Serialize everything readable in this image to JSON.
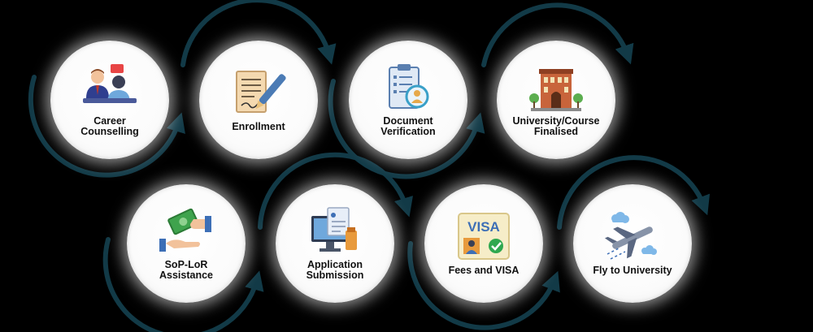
{
  "steps": [
    {
      "label_lines": [
        "Career",
        "Counselling"
      ],
      "icon": "counselling-icon"
    },
    {
      "label_lines": [
        "Enrollment"
      ],
      "icon": "contract-pen-icon"
    },
    {
      "label_lines": [
        "Document",
        "Verification"
      ],
      "icon": "document-check-icon"
    },
    {
      "label_lines": [
        "University/Course",
        "Finalised"
      ],
      "icon": "university-building-icon"
    },
    {
      "label_lines": [
        "SoP-LoR",
        "Assistance"
      ],
      "icon": "money-hands-icon"
    },
    {
      "label_lines": [
        "Application",
        "Submission"
      ],
      "icon": "computer-application-icon"
    },
    {
      "label_lines": [
        "Fees and VISA"
      ],
      "icon": "visa-card-icon"
    },
    {
      "label_lines": [
        "Fly to University"
      ],
      "icon": "airplane-icon"
    }
  ],
  "colors": {
    "background": "#000000",
    "arrow": "#123a47",
    "circle": "#ffffff",
    "text": "#111111"
  }
}
